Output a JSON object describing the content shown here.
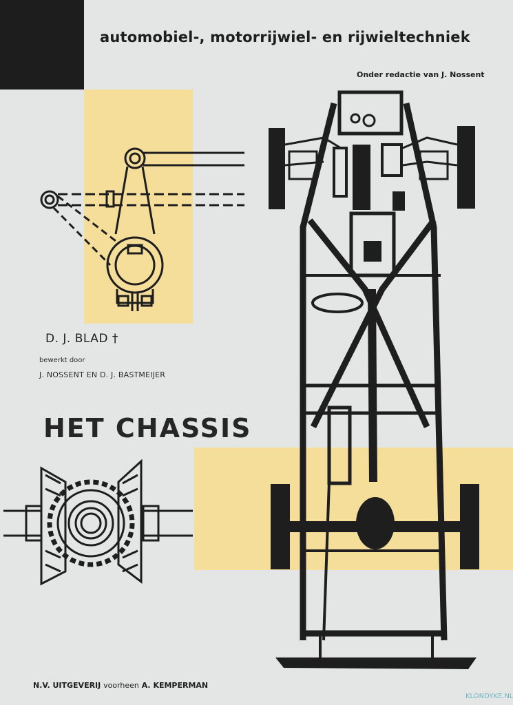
{
  "cover": {
    "series_title": "automobiel-, motorrijwiel- en rijwieltechniek",
    "editor_line": "Onder redactie van J. Nossent",
    "author": "D. J. BLAD †",
    "edited_by_label": "bewerkt door",
    "editors": "J. NOSSENT EN D. J. BASTMEIJER",
    "title": "HET CHASSIS",
    "publisher_prefix": "N.V. UITGEVERIJ",
    "publisher_middle": "voorheen",
    "publisher_name": "A. KEMPERMAN"
  },
  "watermark": "KLONDYKE.NL",
  "colors": {
    "background": "#e4e6e5",
    "accent_yellow": "#f5dd9a",
    "ink": "#1e1e1e"
  }
}
